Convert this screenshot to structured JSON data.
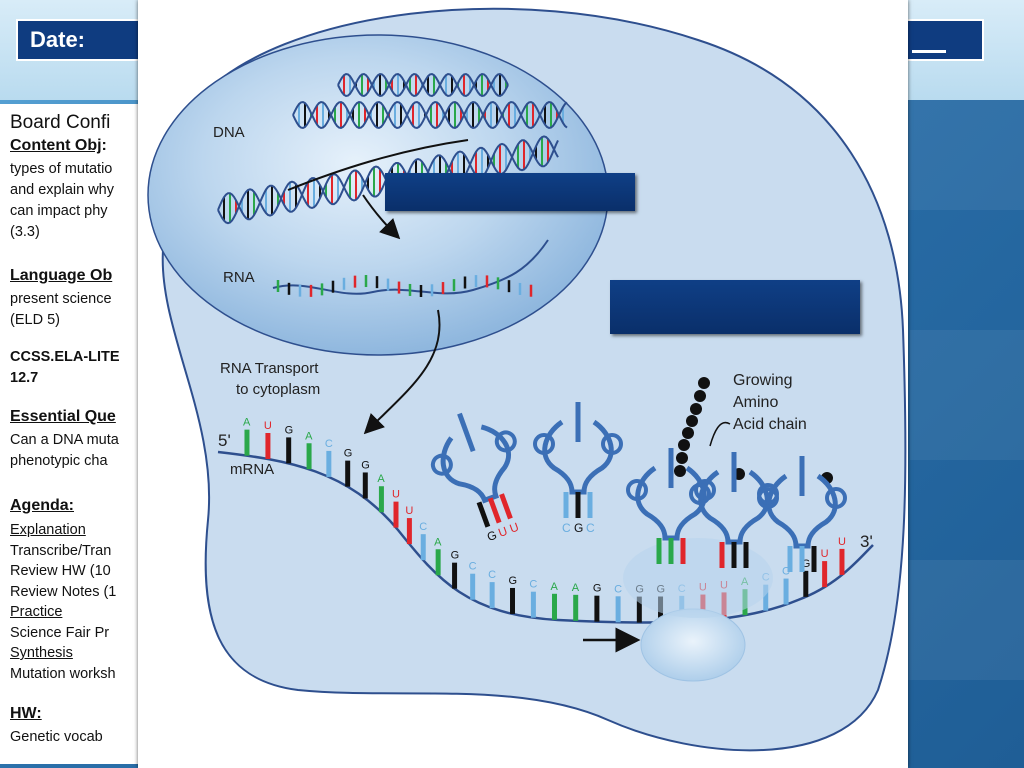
{
  "slide": {
    "date_label": "Date:",
    "panel": {
      "board_title": "Board Confi",
      "content_obj_label": "Content Obj",
      "content_obj_colon": ":",
      "content_line1": "types of mutatio",
      "content_line2": "and explain why",
      "content_line3": "can impact phy",
      "content_line4": "(3.3)",
      "language_obj": "Language Ob",
      "language_line1": "present science",
      "language_line2": "(ELD 5)",
      "ccss_line1": "CCSS.ELA-LITE",
      "ccss_line2": "12.7",
      "essential_q": "Essential Que",
      "eq_line1": "Can a DNA muta",
      "eq_line2": "phenotypic cha",
      "agenda": "Agenda:",
      "agenda_items": [
        {
          "text": "Explanation",
          "heading": true
        },
        {
          "text": "Transcribe/Tran",
          "heading": false
        },
        {
          "text": "Review HW (10",
          "heading": false
        },
        {
          "text": "Review Notes (1",
          "heading": false
        },
        {
          "text": "Practice",
          "heading": true
        },
        {
          "text": "Science Fair Pr",
          "heading": false
        },
        {
          "text": "Synthesis",
          "heading": true
        },
        {
          "text": "Mutation worksh",
          "heading": false
        }
      ],
      "hw": "HW:",
      "hw_line": "Genetic vocab"
    }
  },
  "diagram": {
    "dna_label": "DNA",
    "rna_label": "RNA",
    "transport_line1": "RNA Transport",
    "transport_line2": "to cytoplasm",
    "five_prime": "5'",
    "three_prime": "3'",
    "mrna_label": "mRNA",
    "amino_line1": "Growing",
    "amino_line2": "Amino",
    "amino_line3": "Acid chain",
    "mrna_bases_top": [
      "A",
      "U",
      "G",
      "A",
      "C",
      "G",
      "G",
      "A",
      "U",
      "U",
      "C",
      "A",
      "G",
      "C",
      "C",
      "G",
      "C",
      "A",
      "A",
      "G",
      "C",
      "G",
      "G",
      "C",
      "U",
      "U",
      "A",
      "C",
      "C",
      "G",
      "U",
      "U"
    ],
    "trna1_anticodon": [
      "G",
      "U",
      "U"
    ],
    "trna2_anticodon": [
      "C",
      "G",
      "C"
    ],
    "ribosome_codons": [
      "A",
      "A",
      "U",
      "U",
      "G",
      "G",
      "C",
      "C",
      "G",
      "U"
    ],
    "colors": {
      "cell_fill": "#c9dcef",
      "nucleus_fill": "#a7c8e6",
      "outline": "#2e4f8e",
      "base_green": "#2aa84a",
      "base_red": "#e0262b",
      "base_blue": "#6aaee0",
      "base_black": "#111111",
      "cover_box": "#0d3777"
    }
  }
}
